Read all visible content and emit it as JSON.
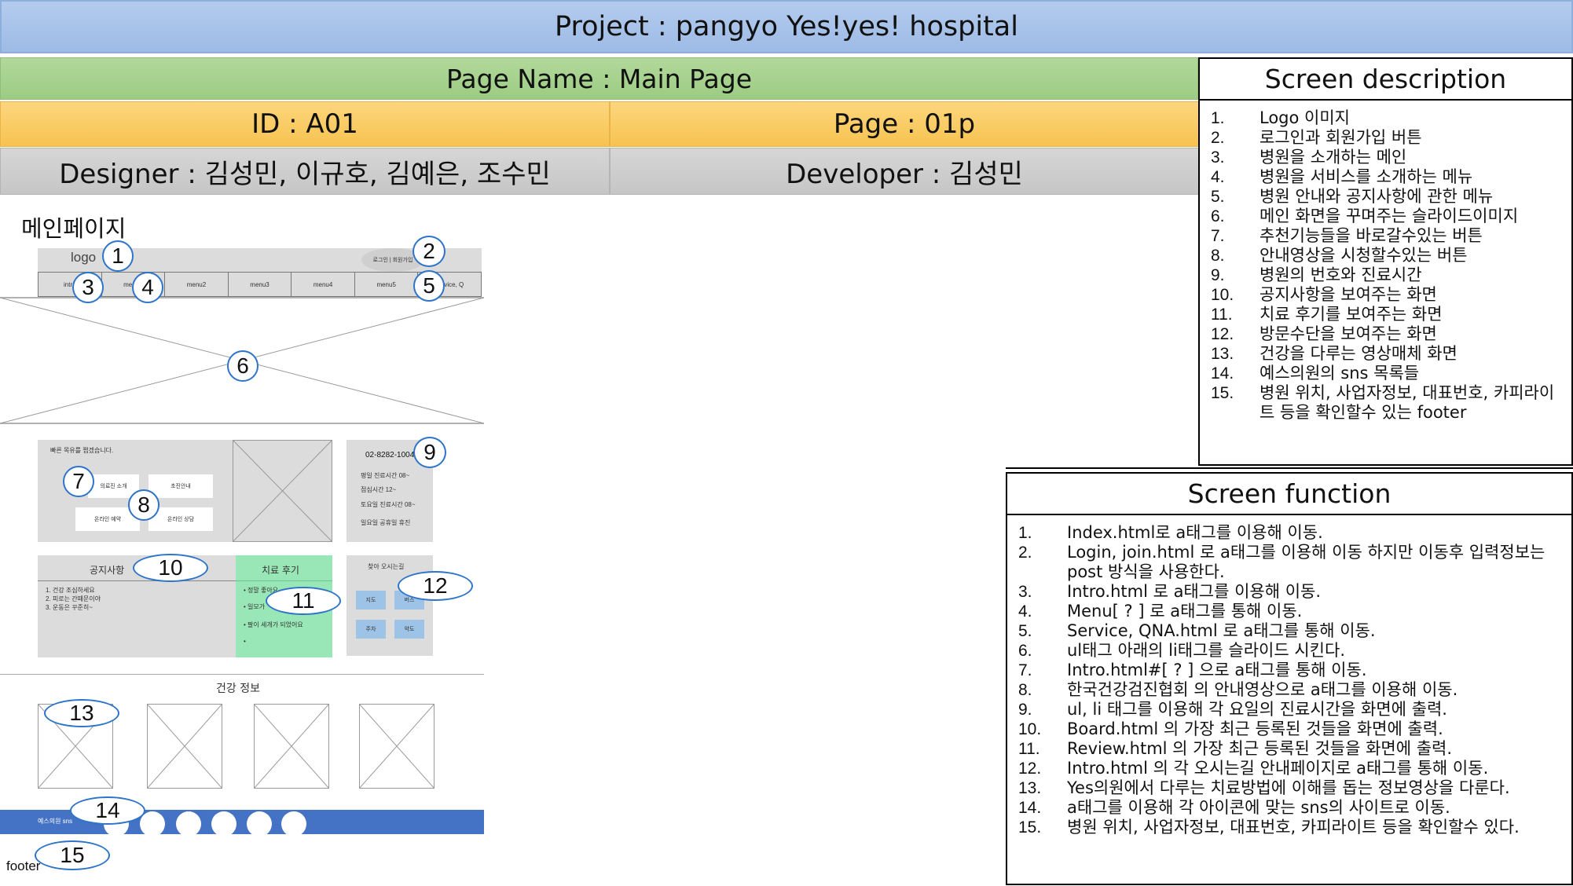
{
  "header": {
    "project": "Project : pangyo Yes!yes! hospital",
    "page_name": "Page Name : Main Page",
    "id": "ID : A01",
    "page": "Page : 01p",
    "designer": "Designer : 김성민, 이규호, 김예은, 조수민",
    "developer": "Developer : 김성민"
  },
  "wireframe": {
    "title": "메인페이지",
    "logo": "logo",
    "login_join": "로그인 | 회원가입",
    "menu": [
      "intro",
      "menu1",
      "menu2",
      "menu3",
      "menu4",
      "menu5",
      "service, Q"
    ],
    "quick_title": "빠른 목유를 쩝겠습니다.",
    "quick_buttons": [
      "의료진 소개",
      "초진안내",
      "온라인 예약",
      "온라인 상담"
    ],
    "phone": "02-8282-1004",
    "hours": [
      "평일 진료시간 08~",
      "점심시간 12~",
      "토요일 진료시간 08~",
      "일요일 공휴일 휴진"
    ],
    "notice_title": "공지사항",
    "notice_items": [
      "1. 건강 조심하세요",
      "2. 피로는 간때문이야",
      "3. 운동은 꾸준히~"
    ],
    "review_title": "치료 후기",
    "review_items": [
      "정말 좋아요",
      "일모가",
      "팔이 세개가 되었어요",
      ""
    ],
    "directions_title": "찾아 오시는길",
    "direction_buttons": [
      "지도",
      "버스",
      "주차",
      "약도"
    ],
    "health_title": "건강 정보",
    "sns_label": "예스의원 sns",
    "footer": "footer",
    "markers": [
      "1",
      "2",
      "3",
      "4",
      "5",
      "6",
      "7",
      "8",
      "9",
      "10",
      "11",
      "12",
      "13",
      "14",
      "15"
    ]
  },
  "description": {
    "title": "Screen description",
    "items": [
      "Logo 이미지",
      "로그인과 회원가입 버튼",
      "병원을 소개하는 메인",
      "병원을 서비스를 소개하는 메뉴",
      "병원 안내와 공지사항에 관한 메뉴",
      "메인 화면을 꾸며주는 슬라이드이미지",
      "추천기능들을 바로갈수있는 버튼",
      "안내영상을 시청할수있는 버튼",
      "병원의 번호와 진료시간",
      "공지사항을 보여주는 화면",
      "치료 후기를 보여주는 화면",
      "방문수단을 보여주는 화면",
      "건강을 다루는 영상매체 화면",
      "예스의원의 sns 목록들",
      "병원 위치, 사업자정보, 대표번호, 카피라이트 등을 확인할수 있는 footer"
    ]
  },
  "function": {
    "title": "Screen function",
    "items": [
      "Index.html로 a태그를 이용해 이동.",
      "Login, join.html 로 a태그를 이용해 이동 하지만 이동후 입력정보는 post 방식을 사용한다.",
      "Intro.html 로 a태그를 이용해 이동.",
      "Menu[ ? ] 로 a태그를 통해 이동.",
      "Service, QNA.html 로 a태그를 통해 이동.",
      "ul태그 아래의 li태그를 슬라이드 시킨다.",
      "Intro.html#[ ? ] 으로 a태그를 통해 이동.",
      "한국건강검진협회 의 안내영상으로 a태그를 이용해 이동.",
      "ul, li 태그를 이용해 각 요일의 진료시간을 화면에 출력.",
      "Board.html 의 가장 최근 등록된 것들을 화면에 출력.",
      "Review.html 의 가장 최근 등록된 것들을 화면에 출력.",
      "Intro.html 의 각 오시는길 안내페이지로 a태그를 통해 이동.",
      "Yes의원에서 다루는 치료방법에 이해를 돕는 정보영상을 다룬다.",
      "a태그를 이용해 각 아이콘에 맞는 sns의 사이트로 이동.",
      "병원 위치, 사업자정보, 대표번호, 카피라이트 등을 확인할수 있다."
    ]
  }
}
